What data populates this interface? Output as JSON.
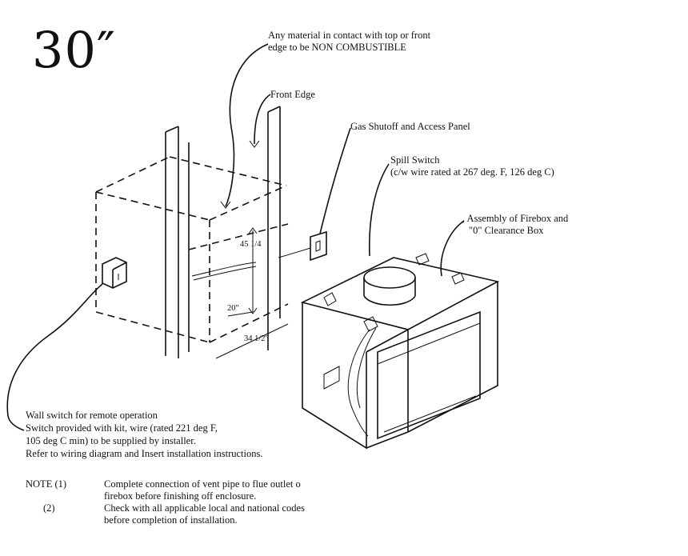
{
  "heading": "30″",
  "labels": {
    "noncombustible": [
      "Any material in contact with top or front",
      "edge to be NON COMBUSTIBLE"
    ],
    "front_edge": "Front Edge",
    "gas_shutoff": "Gas Shutoff and Access Panel",
    "spill_switch": [
      "Spill Switch",
      "(c/w wire rated at 267 deg. F, 126 deg C)"
    ],
    "assembly": [
      ", Assembly of Firebox and",
      "\"0\" Clearance Box"
    ],
    "wall_switch": [
      "Wall switch for remote operation",
      "Switch provided with kit, wire (rated 221 deg F,",
      "105 deg C min) to be supplied by installer.",
      "Refer to wiring diagram and Insert installation instructions."
    ]
  },
  "dimensions": {
    "height": "45 1/4",
    "depth": "20\"",
    "width": "34 1/2\""
  },
  "notes": {
    "title": "NOTE (1)",
    "items": [
      {
        "key": "NOTE (1)",
        "lines": [
          "Complete connection of vent pipe to flue outlet o",
          "firebox before finishing off enclosure."
        ]
      },
      {
        "key": "(2)",
        "lines": [
          "Check with all applicable local and national codes",
          "before completion of installation."
        ]
      }
    ]
  }
}
